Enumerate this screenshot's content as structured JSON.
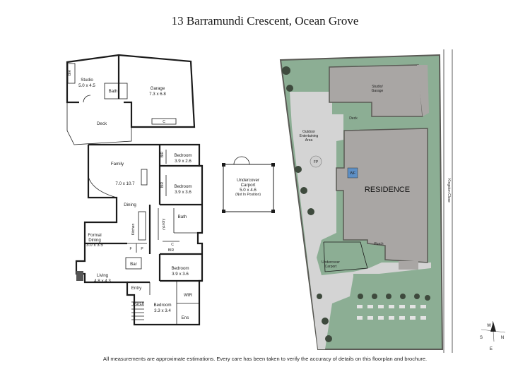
{
  "title": "13 Barramundi Crescent, Ocean Grove",
  "disclaimer": "All measurements are approximate estimations. Every care has been taken to verify the accuracy of details on this floorplan and brochure.",
  "floorplan": {
    "studio": {
      "name": "Studio",
      "size": "5.0 x 4.5"
    },
    "bir_studio": "BIR",
    "bath_studio": "Bath",
    "garage": {
      "name": "Garage",
      "size": "7.3 x 6.8"
    },
    "garage_c": "C",
    "deck": "Deck",
    "bedroom2": {
      "name": "Bedroom",
      "size": "3.9 x 2.6"
    },
    "bir2": "BIR",
    "bedroom3": {
      "name": "Bedroom",
      "size": "3.9 x 3.6"
    },
    "bir3": "BIR",
    "family": "Family",
    "family_size": "7.0 x 10.7",
    "dining": "Dining",
    "kitchen": "Kitchen",
    "bath": "Bath",
    "lndry": "Lndry",
    "c1": "C",
    "c2": "C",
    "bir_main": "BIR",
    "formal_dining": {
      "name": "Formal",
      "name2": "Dining",
      "size": "3.0 x 3.5"
    },
    "f": "F",
    "p": "P",
    "bar": "Bar",
    "living": {
      "name": "Living",
      "size": "4.8 x 4.3"
    },
    "bedroom4": {
      "name": "Bedroom",
      "size": "3.9 x 3.6"
    },
    "entry": "Entry",
    "wir": "WIR",
    "porch": "Porch",
    "bedroom1": {
      "name": "Bedroom",
      "size": "3.3 x 3.4"
    },
    "ens": "Ens",
    "carport": {
      "name": "Undercover",
      "name2": "Carport",
      "size": "5.0 x 4.6",
      "note": "(Not In Position)"
    }
  },
  "siteplan": {
    "studio_garage": {
      "line1": "Studio/",
      "line2": "Garage"
    },
    "deck": "Deck",
    "outdoor": {
      "line1": "Outdoor",
      "line2": "Entertaining",
      "line3": "Area"
    },
    "fp": "FP",
    "wf": "WF",
    "residence": "RESIDENCE",
    "porch": "Porch",
    "carport": {
      "line1": "Undercover",
      "line2": "Carport"
    },
    "street": "Kingston Close"
  },
  "compass": {
    "n": "N",
    "s": "S",
    "e": "E",
    "w": "W"
  },
  "colors": {
    "grass": "#8cae94",
    "building": "#a9a6a4",
    "paving": "#d4d4d4",
    "fence": "#5a5a55",
    "wall": "#1b1b1b"
  }
}
